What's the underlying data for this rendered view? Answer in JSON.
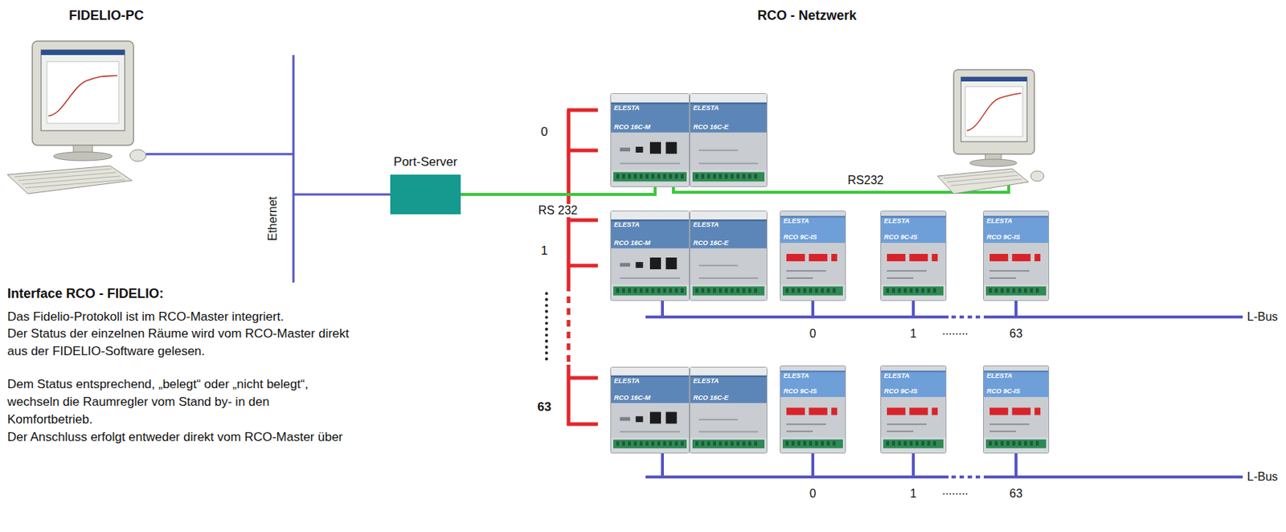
{
  "diagram": {
    "nodes": [
      {
        "text": [
          "Port-Server"
        ]
      },
      {
        "text": [
          "ELESTA",
          "RCO 16C-M"
        ]
      },
      {
        "text": [
          "ELESTA",
          "RCO 16C-E"
        ]
      },
      {
        "text": [
          "ELESTA",
          "RCO 16C-M"
        ]
      },
      {
        "text": [
          "ELESTA",
          "RCO 16C-E"
        ]
      },
      {
        "text": [
          "ELESTA",
          "RCO 9C-IS"
        ]
      },
      {
        "text": [
          "ELESTA",
          "RCO 9C-IS"
        ]
      },
      {
        "text": [
          "ELESTA",
          "RCO 9C-IS"
        ]
      },
      {
        "text": [
          "ELESTA",
          "RCO 16C-M"
        ]
      },
      {
        "text": [
          "ELESTA",
          "RCO 16C-E"
        ]
      },
      {
        "text": [
          "ELESTA",
          "RCO 9C-IS"
        ]
      },
      {
        "text": [
          "ELESTA",
          "RCO 9C-IS"
        ]
      },
      {
        "text": [
          "ELESTA",
          "RCO 9C-IS"
        ]
      }
    ],
    "edges": [
      {
        "from": 0,
        "to": 1,
        "arrow": "none",
        "label": "RS 232"
      }
    ],
    "labels": [
      "FIDELIO-PC",
      "RCO - Netzwerk",
      "Ethernet",
      "RS232",
      "0",
      "1",
      "63",
      "0",
      "1",
      "........",
      "63",
      "L-Bus",
      "0",
      "1",
      "........",
      "63",
      "L-Bus",
      "Interface RCO - FIDELIO:",
      "Das Fidelio-Protokoll ist im RCO-Master integriert.",
      "Der Status der einzelnen Räume wird vom RCO-Master direkt aus der FIDELIO-Software gelesen.",
      "Dem Status entsprechend, „belegt“ oder „nicht belegt“, wechseln die Raumregler vom Stand by- in den Komfortbetrieb.",
      "Der Anschluss erfolgt entweder direkt vom RCO-Master über"
    ]
  }
}
